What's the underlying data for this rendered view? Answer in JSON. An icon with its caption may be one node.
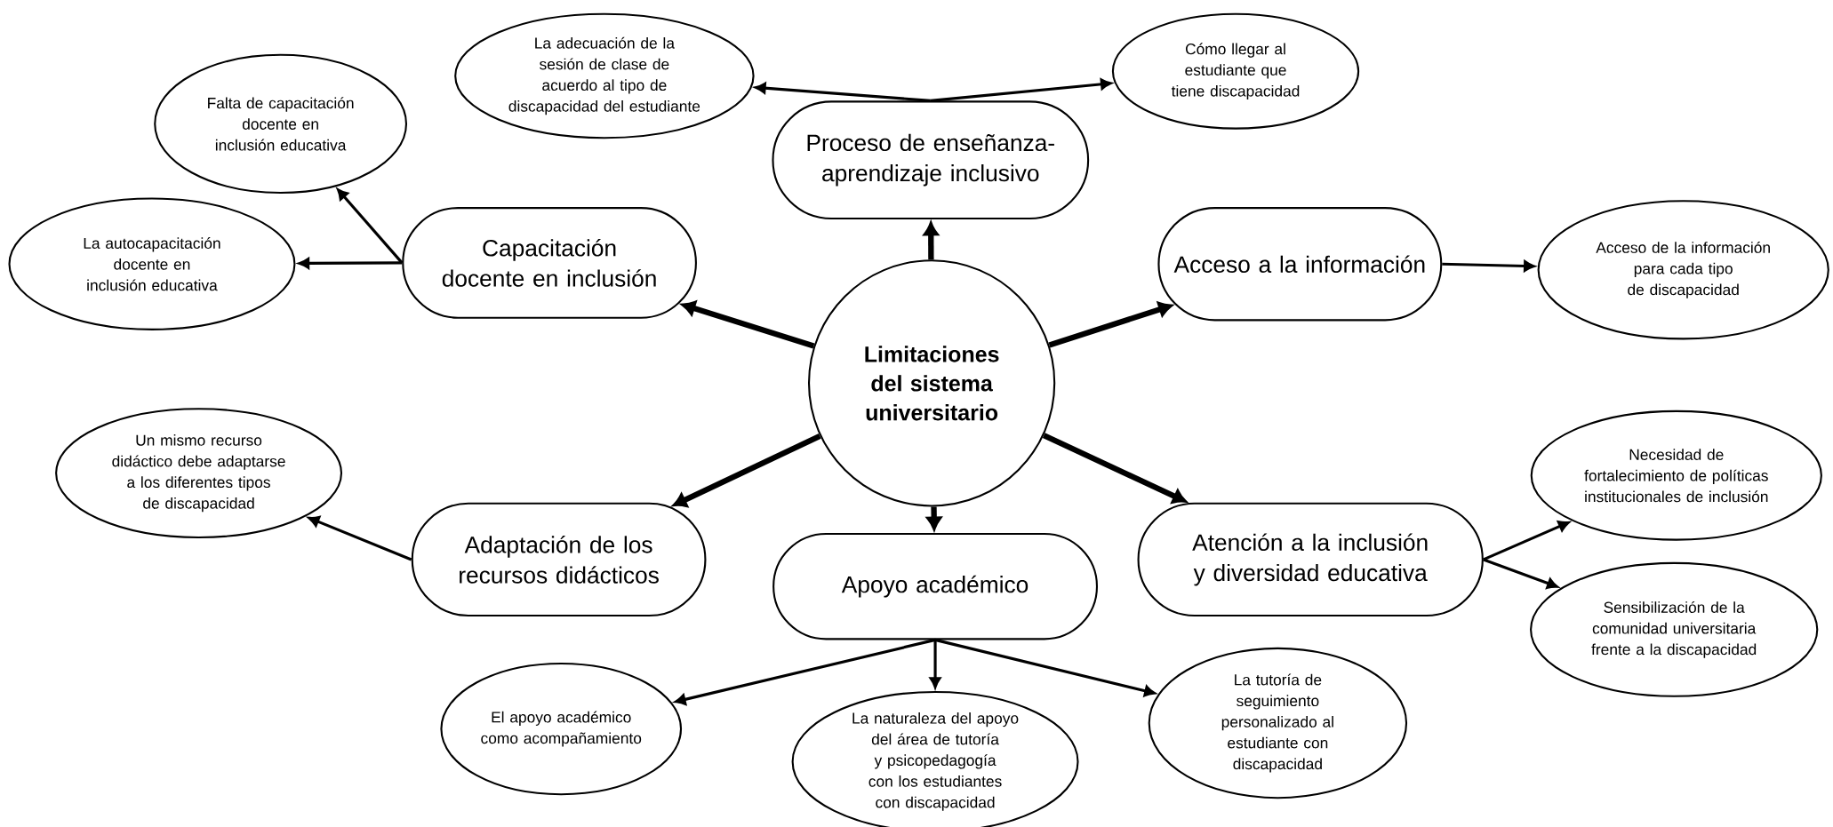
{
  "diagram": {
    "nodes": [
      {
        "text": [
          "Limitaciones del sistema universitario"
        ]
      },
      {
        "text": [
          "Proceso de enseñanza-aprendizaje inclusivo"
        ]
      },
      {
        "text": [
          "Capacitación docente en inclusión"
        ]
      },
      {
        "text": [
          "Acceso a la información"
        ]
      },
      {
        "text": [
          "Adaptación de los recursos didácticos"
        ]
      },
      {
        "text": [
          "Apoyo académico"
        ]
      },
      {
        "text": [
          "Atención a la inclusión y diversidad educativa"
        ]
      },
      {
        "text": [
          "La adecuación de la sesión de clase de acuerdo al tipo de discapacidad del estudiante"
        ]
      },
      {
        "text": [
          "Cómo llegar al estudiante que tiene discapacidad"
        ]
      },
      {
        "text": [
          "Falta de capacitación docente en inclusión educativa"
        ]
      },
      {
        "text": [
          "La autocapacitación docente en inclusión educativa"
        ]
      },
      {
        "text": [
          "Acceso de la información para cada tipo de discapacidad"
        ]
      },
      {
        "text": [
          "Un mismo recurso didáctico debe adaptarse a los diferentes tipos de discapacidad"
        ]
      },
      {
        "text": [
          "Necesidad de fortalecimiento de políticas institucionales de inclusión"
        ]
      },
      {
        "text": [
          "Sensibilización de la comunidad universitaria frente a la discapacidad"
        ]
      },
      {
        "text": [
          "El apoyo académico como acompañamiento"
        ]
      },
      {
        "text": [
          "La naturaleza del apoyo del área de tutoría y psicopedagogía con los estudiantes con discapacidad"
        ]
      },
      {
        "text": [
          "La tutoría de seguimiento personalizado al estudiante con discapacidad"
        ]
      }
    ],
    "edges": [
      {
        "from": 0,
        "to": 1,
        "arrow": "to",
        "style": "thick"
      },
      {
        "from": 0,
        "to": 2,
        "arrow": "to",
        "style": "thick"
      },
      {
        "from": 0,
        "to": 3,
        "arrow": "to",
        "style": "thick"
      },
      {
        "from": 0,
        "to": 4,
        "arrow": "to",
        "style": "thick"
      },
      {
        "from": 0,
        "to": 5,
        "arrow": "to",
        "style": "thick"
      },
      {
        "from": 0,
        "to": 6,
        "arrow": "to",
        "style": "thick"
      },
      {
        "from": 1,
        "to": 7,
        "arrow": "to"
      },
      {
        "from": 1,
        "to": 8,
        "arrow": "to"
      },
      {
        "from": 2,
        "to": 9,
        "arrow": "to"
      },
      {
        "from": 2,
        "to": 10,
        "arrow": "to"
      },
      {
        "from": 3,
        "to": 11,
        "arrow": "to"
      },
      {
        "from": 4,
        "to": 12,
        "arrow": "to"
      },
      {
        "from": 6,
        "to": 13,
        "arrow": "to"
      },
      {
        "from": 6,
        "to": 14,
        "arrow": "to"
      },
      {
        "from": 5,
        "to": 15,
        "arrow": "to"
      },
      {
        "from": 5,
        "to": 16,
        "arrow": "to"
      },
      {
        "from": 5,
        "to": 17,
        "arrow": "to"
      }
    ]
  }
}
